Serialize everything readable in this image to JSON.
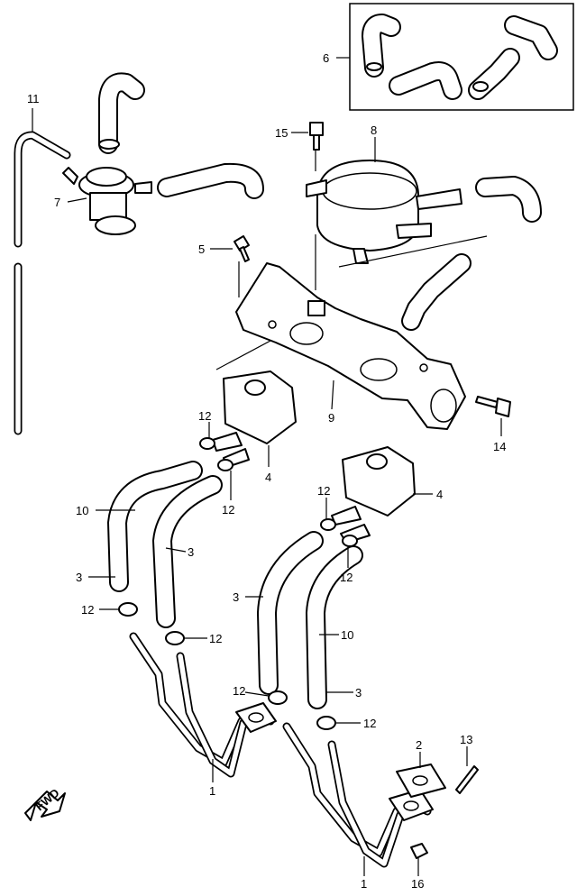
{
  "parts": {
    "p1a": "1",
    "p1b": "1",
    "p2": "2",
    "p3a": "3",
    "p3b": "3",
    "p3c": "3",
    "p3d": "3",
    "p4a": "4",
    "p4b": "4",
    "p5": "5",
    "p6": "6",
    "p7": "7",
    "p8": "8",
    "p9": "9",
    "p10a": "10",
    "p10b": "10",
    "p11": "11",
    "p12a": "12",
    "p12b": "12",
    "p12c": "12",
    "p12d": "12",
    "p12e": "12",
    "p12f": "12",
    "p12g": "12",
    "p12h": "12",
    "p13": "13",
    "p14": "14",
    "p15": "15",
    "p16": "16"
  },
  "fwd_label": "FWD"
}
